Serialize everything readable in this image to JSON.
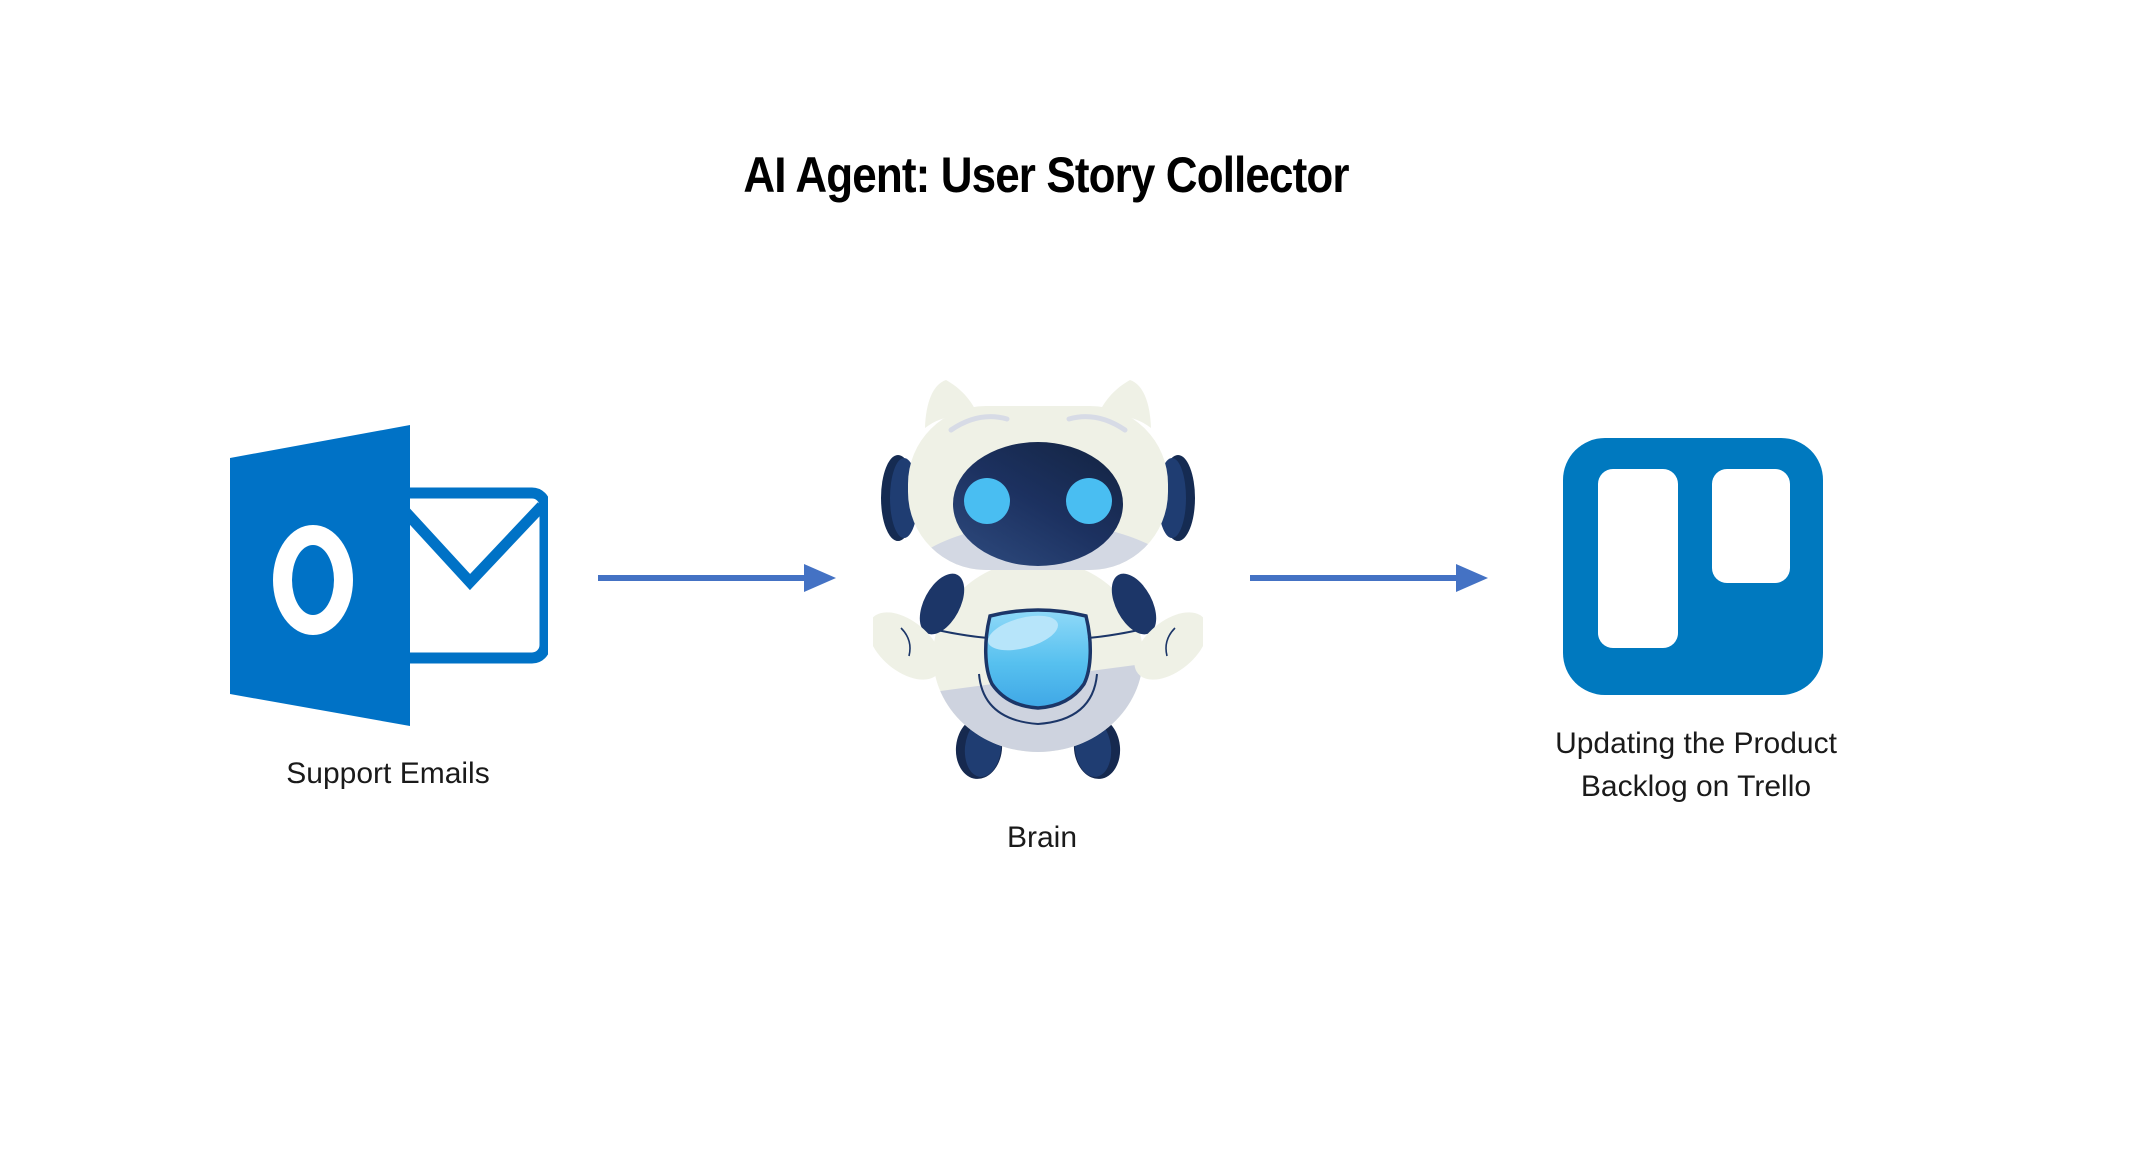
{
  "title": "AI Agent: User Story Collector",
  "flow": {
    "source": {
      "icon": "outlook-logo",
      "label": "Support Emails"
    },
    "agent": {
      "icon": "robot-mascot",
      "label": "Brain"
    },
    "target": {
      "icon": "trello-logo",
      "label": "Updating the Product Backlog on Trello",
      "label_lines": [
        "Updating the Product",
        "Backlog on Trello"
      ]
    },
    "connections": [
      {
        "from": "source",
        "to": "agent",
        "style": "arrow-right"
      },
      {
        "from": "agent",
        "to": "target",
        "style": "arrow-right"
      }
    ]
  },
  "colors": {
    "background": "#FFFFFF",
    "title_text": "#000000",
    "label_text": "#1A1A1A",
    "outlook_blue": "#0072C6",
    "trello_blue": "#0079BF",
    "arrow_blue": "#4472C4",
    "robot_cream": "#EFF1E6",
    "robot_shadow": "#CED3DF",
    "robot_navy": "#1C3668",
    "robot_face_dark": "#16294F",
    "robot_face_light": "#2F4C80",
    "robot_eye_blue": "#49BEF2",
    "robot_belly_blue": "#56C0EF",
    "robot_belly_highlight": "#B7E5FA"
  }
}
